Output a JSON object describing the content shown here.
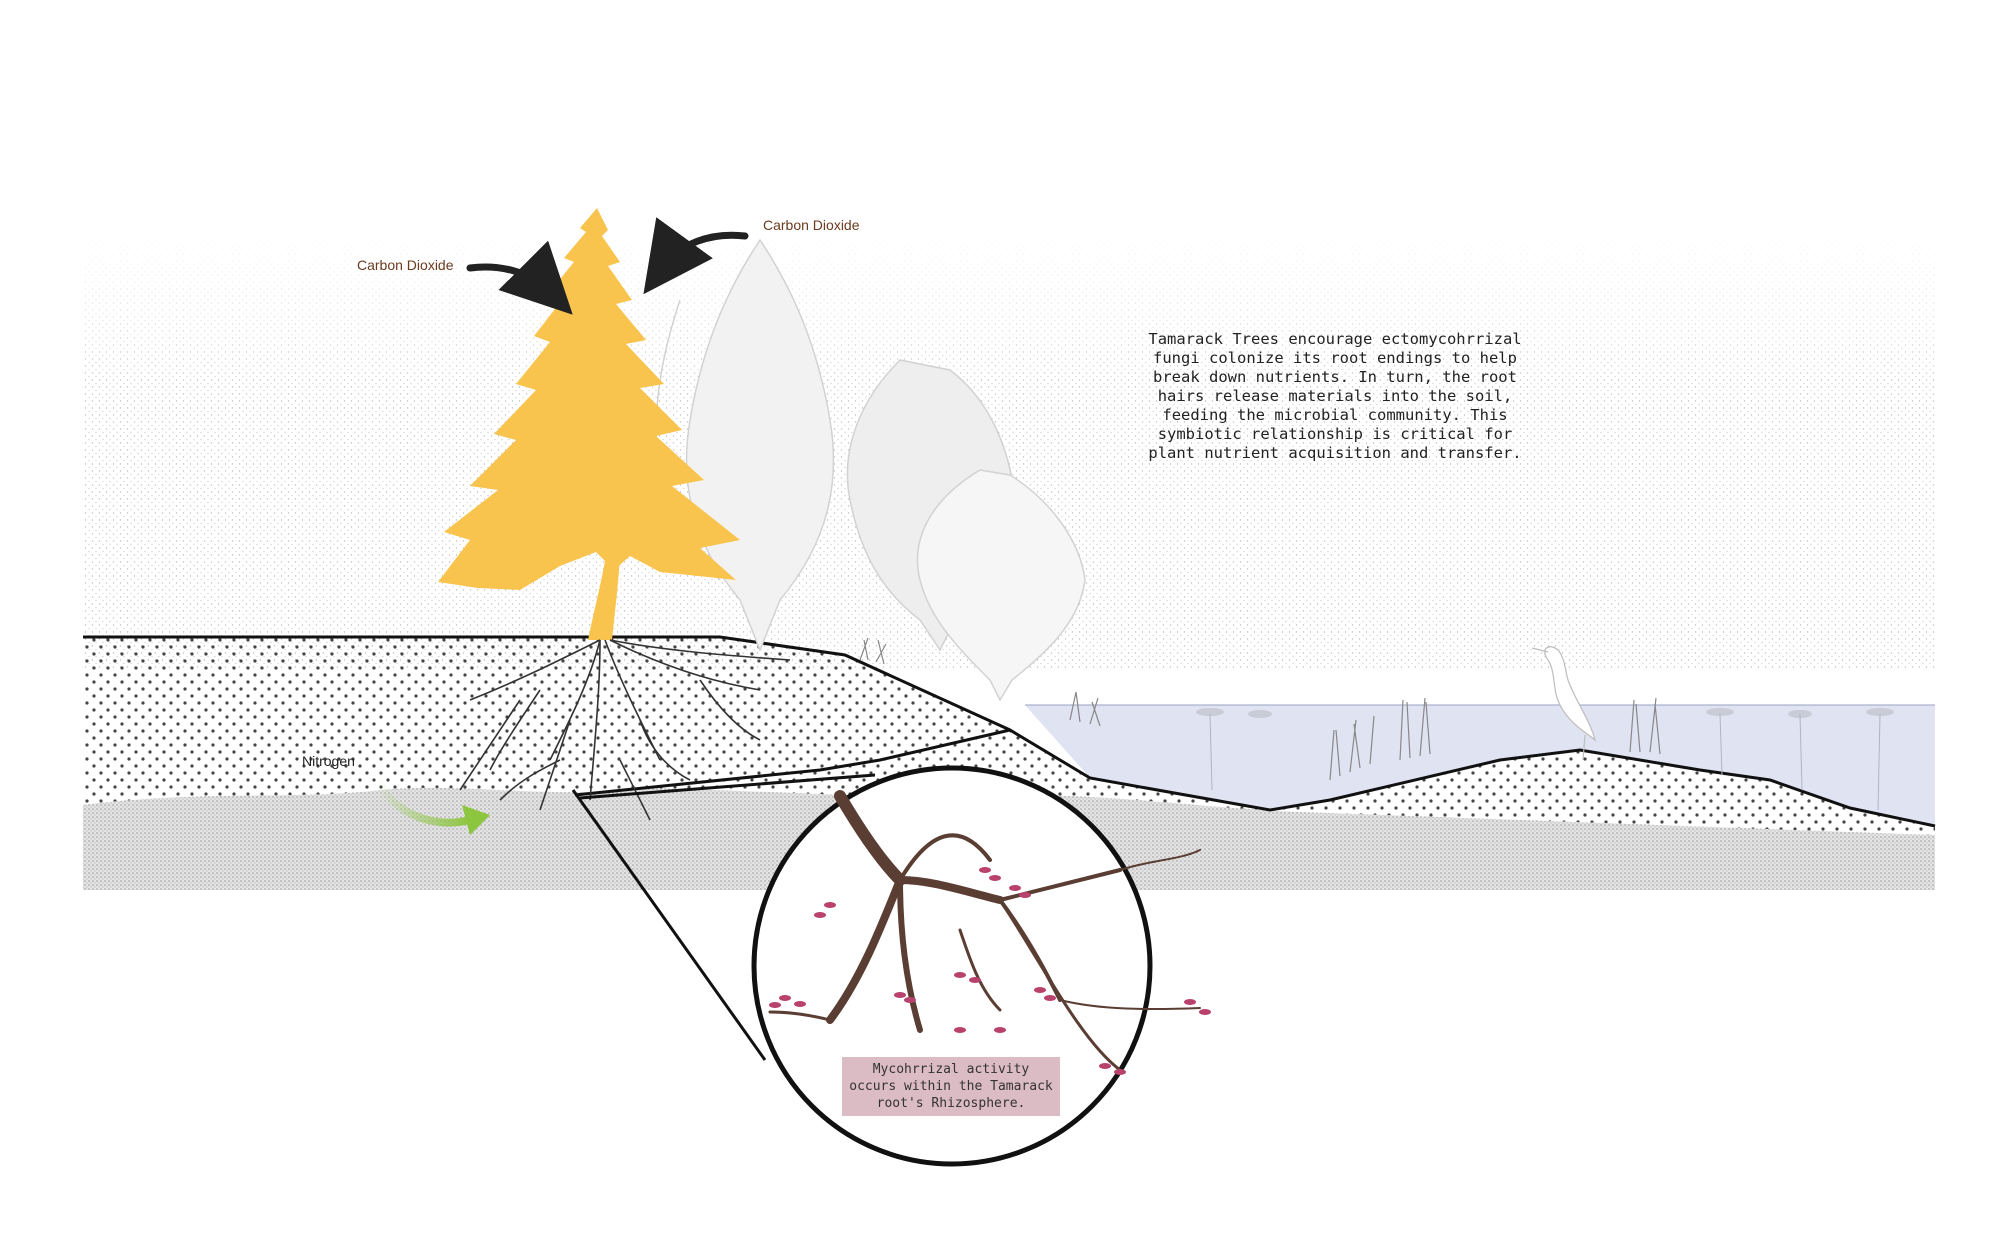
{
  "labels": {
    "co2_left": "Carbon Dioxide",
    "co2_right": "Carbon Dioxide",
    "nitrogen": "Nitrogen"
  },
  "description": [
    "Tamarack Trees encourage ectomycohrrizal",
    "fungi colonize its root endings to help",
    "break down nutrients. In turn, the root",
    "hairs release materials into the soil,",
    "feeding the microbial community. This",
    "symbiotic relationship is critical for",
    "plant nutrient acquisition and transfer."
  ],
  "caption": [
    "Mycohrrizal activity",
    "occurs within the Tamarack",
    "root's Rhizosphere."
  ],
  "colors": {
    "tamarack": "#f9c44e",
    "water": "#dfe3f2",
    "root_dark": "#5a3d33",
    "fungi": "#b8426c",
    "nitrogen_arrow": "#8cc63f",
    "caption_bg": "#dcbcc4",
    "label_brown": "#6b3a1f"
  }
}
